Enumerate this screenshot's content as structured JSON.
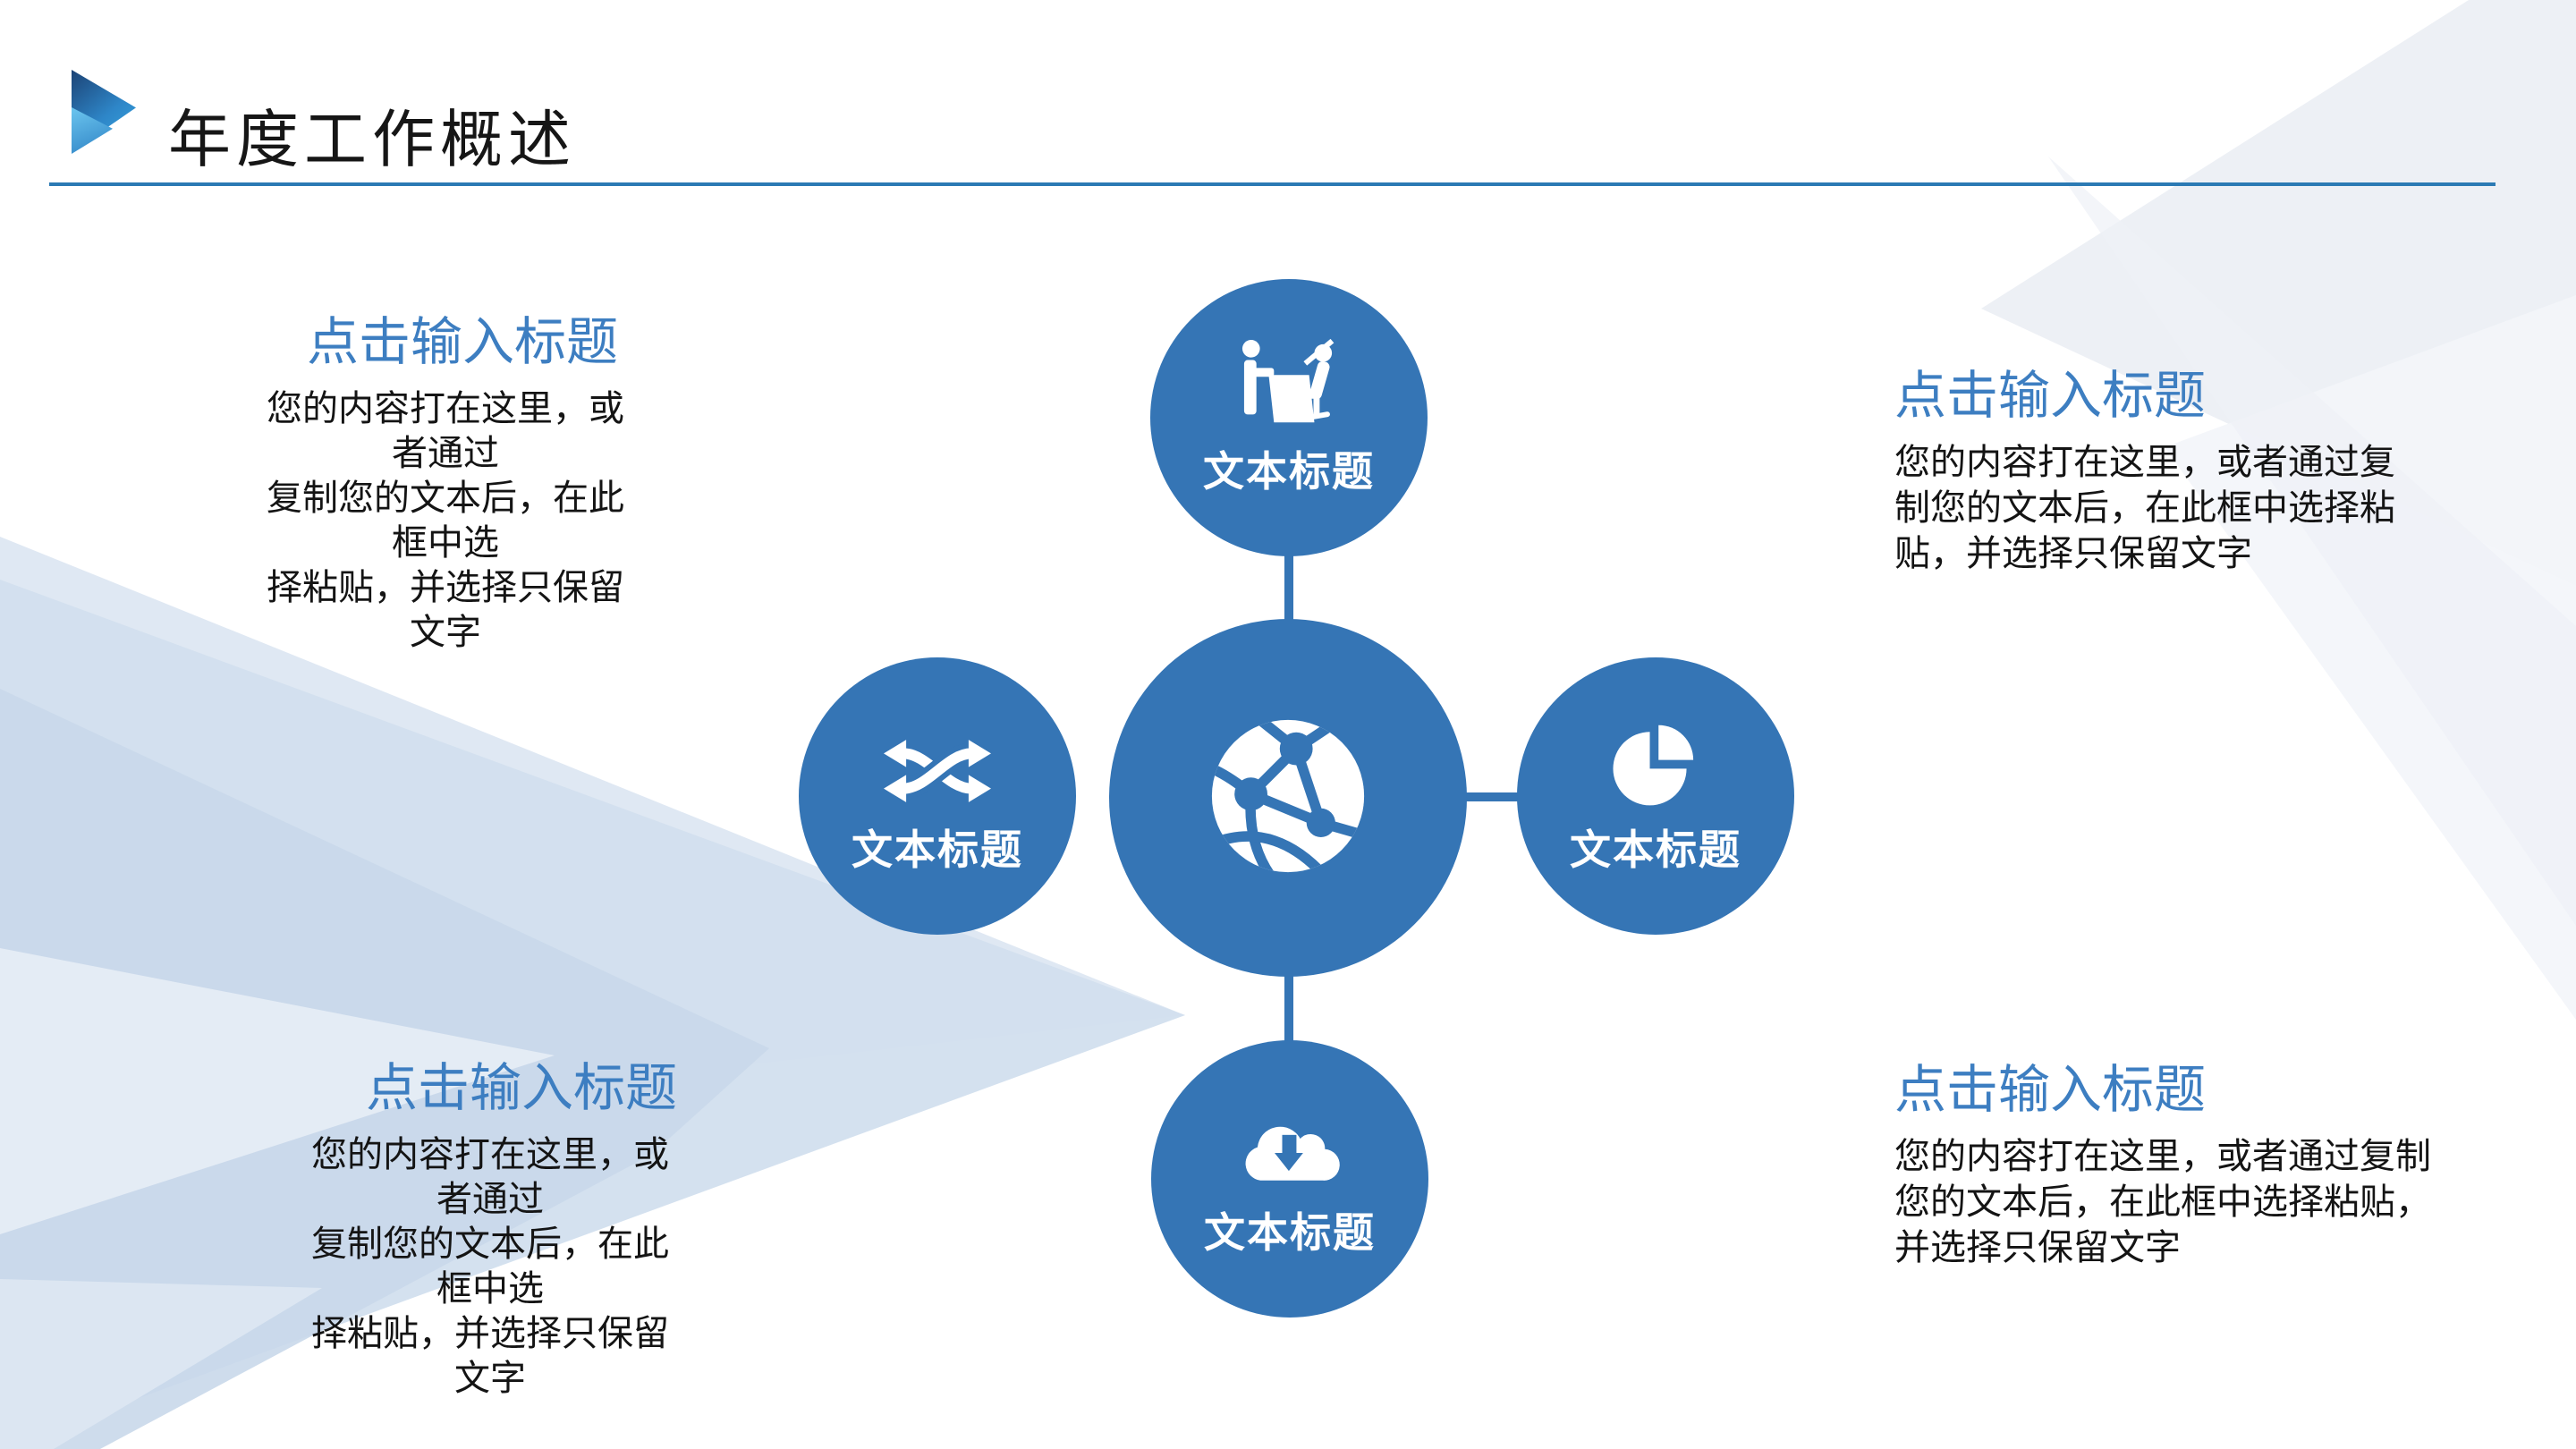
{
  "header": {
    "title": "年度工作概述"
  },
  "colors": {
    "accent_blue": "#3575b5",
    "heading_blue": "#3d7ec1",
    "underline_blue": "#2b7ab4",
    "body_text": "#141414",
    "facet_blue_light": "#dfe8f3",
    "facet_gray_light": "#edf0f5"
  },
  "diagram": {
    "center": {
      "icon": "globe-network-icon"
    },
    "nodes": [
      {
        "position": "top",
        "icon": "meeting-presentation-icon",
        "label": "文本标题"
      },
      {
        "position": "left",
        "icon": "shuffle-arrows-icon",
        "label": "文本标题"
      },
      {
        "position": "right",
        "icon": "pie-chart-icon",
        "label": "文本标题"
      },
      {
        "position": "bottom",
        "icon": "cloud-download-icon",
        "label": "文本标题"
      }
    ]
  },
  "blocks": [
    {
      "id": "top-left",
      "heading": "点击输入标题",
      "lines": [
        "您的内容打在这里，或者通过",
        "复制您的文本后，在此框中选",
        "择粘贴，并选择只保留文字"
      ]
    },
    {
      "id": "top-right",
      "heading": "点击输入标题",
      "lines": [
        "您的内容打在这里，或者通过复",
        "制您的文本后，在此框中选择粘",
        "贴，并选择只保留文字"
      ]
    },
    {
      "id": "bottom-left",
      "heading": "点击输入标题",
      "lines": [
        "您的内容打在这里，或者通过",
        "复制您的文本后，在此框中选",
        "择粘贴，并选择只保留文字"
      ]
    },
    {
      "id": "bottom-right",
      "heading": "点击输入标题",
      "lines": [
        "您的内容打在这里，或者通过复制",
        "您的文本后，在此框中选择粘贴，",
        "并选择只保留文字"
      ]
    }
  ]
}
